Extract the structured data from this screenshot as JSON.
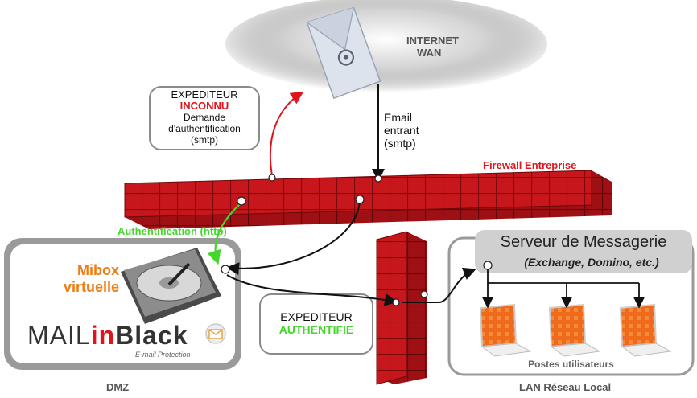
{
  "labels": {
    "internet": "INTERNET",
    "wan": "WAN",
    "email_in_1": "Email",
    "email_in_2": "entrant",
    "email_in_3": "(smtp)",
    "sender_unknown_1": "EXPEDITEUR",
    "sender_unknown_2": "INCONNU",
    "sender_unknown_3": "Demande",
    "sender_unknown_4": "d'authentification",
    "sender_unknown_5": "(smtp)",
    "firewall": "Firewall Entreprise",
    "authentication": "Authentification (http)",
    "mibox_1": "Mibox",
    "mibox_2": "virtuelle",
    "brand_main_1": "MAIL",
    "brand_main_2": "in",
    "brand_main_3": "Black",
    "brand_sub": "E-mail Protection",
    "sender_auth_1": "EXPEDITEUR",
    "sender_auth_2": "AUTHENTIFIE",
    "server_title": "Serveur de Messagerie",
    "server_sub": "(Exchange, Domino, etc.)",
    "workstations": "Postes utilisateurs",
    "dmz": "DMZ",
    "lan": "LAN Réseau Local"
  },
  "colors": {
    "firewall_red": "#c8171c",
    "alert_red": "#e0141c",
    "auth_green": "#44d62c",
    "brand_orange": "#f07d12"
  },
  "icons": [
    "email-envelope-icon",
    "hard-drive-icon",
    "mail-logo-icon",
    "laptop-icon"
  ]
}
